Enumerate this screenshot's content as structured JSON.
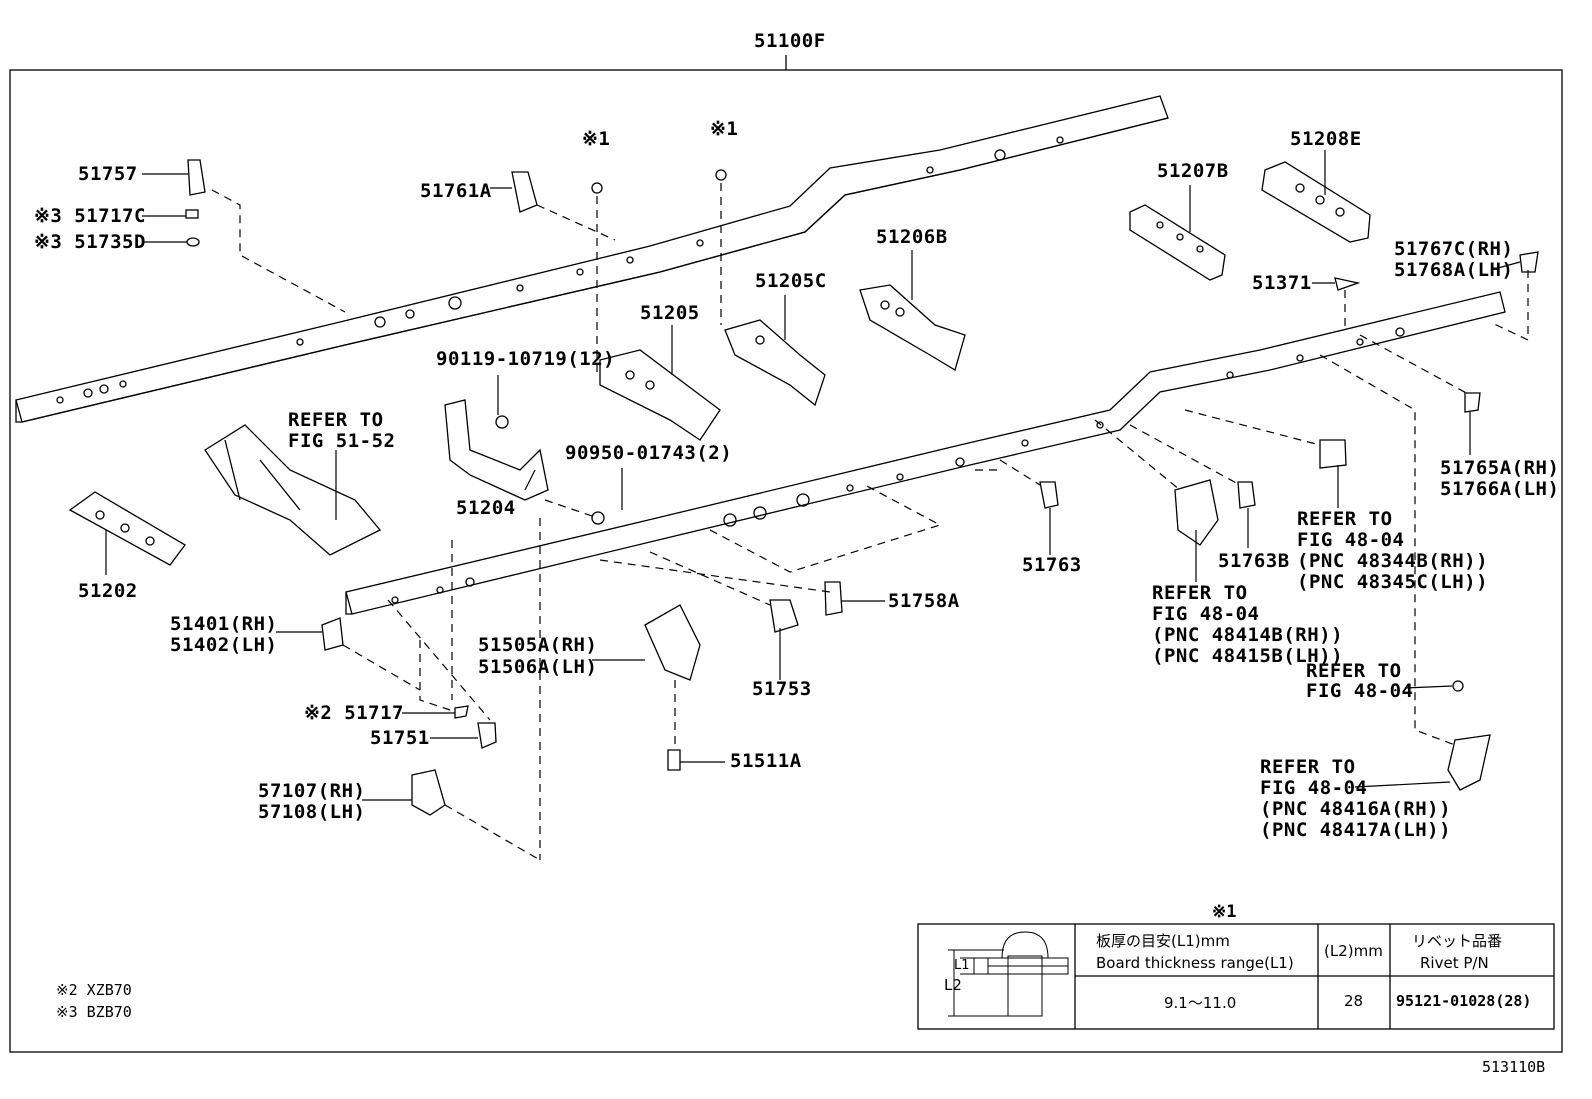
{
  "labels": {
    "main": "51100F",
    "p51757": "51757",
    "p51717c": "※3 51717C",
    "p51735d": "※3 51735D",
    "p51761a": "51761A",
    "note1_left": "※1",
    "note1_right": "※1",
    "p51205": "51205",
    "p51205c": "51205C",
    "p51206b": "51206B",
    "p51207b": "51207B",
    "p51208e": "51208E",
    "p51767c": "51767C(RH)",
    "p51768a": "51768A(LH)",
    "p51371": "51371",
    "p90119": "90119-10719(12)",
    "refer_5152_1": "REFER TO",
    "refer_5152_2": "FIG 51-52",
    "p90950": "90950-01743(2)",
    "p51204": "51204",
    "p51202": "51202",
    "p51765a": "51765A(RH)",
    "p51766a": "51766A(LH)",
    "refer_48344_1": "REFER TO",
    "refer_48344_2": "FIG 48-04",
    "refer_48344_3": "(PNC 48344B(RH))",
    "refer_48344_4": "(PNC 48345C(LH))",
    "p51763": "51763",
    "p51763b": "51763B",
    "refer_48414_1": "REFER TO",
    "refer_48414_2": "FIG 48-04",
    "refer_48414_3": "(PNC 48414B(RH))",
    "refer_48414_4": "(PNC 48415B(LH))",
    "p51758a": "51758A",
    "p51401": "51401(RH)",
    "p51402": "51402(LH)",
    "p51505a": "51505A(RH)",
    "p51506a": "51506A(LH)",
    "p51753": "51753",
    "refer_rivet_1": "REFER TO",
    "refer_rivet_2": "FIG 48-04",
    "p51717": "※2 51717",
    "p51751": "51751",
    "p51511a": "51511A",
    "refer_48416_1": "REFER TO",
    "refer_48416_2": "FIG 48-04",
    "refer_48416_3": "(PNC 48416A(RH))",
    "refer_48416_4": "(PNC 48417A(LH))",
    "p57107": "57107(RH)",
    "p57108": "57108(LH)"
  },
  "footnotes": {
    "n2": "※2 XZB70",
    "n3": "※3 BZB70"
  },
  "figure_number": "513110B",
  "rivet_table": {
    "title": "※1",
    "l1_label": "L1",
    "l2_label": "L2",
    "header": {
      "thickness_jp": "板厚の目安(L1)mm",
      "thickness_en": "Board thickness range(L1)",
      "l2": "(L2)mm",
      "rivet_jp": "リベット品番",
      "rivet_en": "Rivet P/N"
    },
    "row": {
      "thickness": "9.1～11.0",
      "l2": "28",
      "rivet_pn": "95121-01028(28)"
    }
  }
}
